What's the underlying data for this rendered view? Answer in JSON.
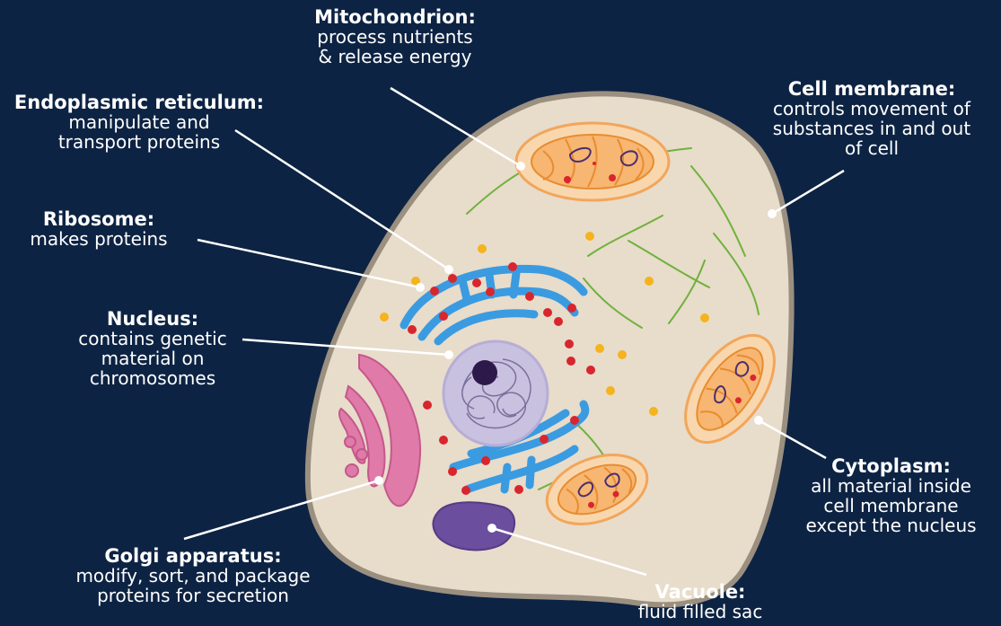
{
  "diagram": {
    "labels": {
      "mitochondrion": {
        "title": "Mitochondrion:",
        "lines": [
          "process nutrients",
          "& release energy"
        ]
      },
      "er": {
        "title": "Endoplasmic reticulum:",
        "lines": [
          "manipulate and",
          "transport proteins"
        ]
      },
      "membrane": {
        "title": "Cell membrane:",
        "lines": [
          "controls movement of",
          "substances in and out",
          "of cell"
        ]
      },
      "ribosome": {
        "title": "Ribosome:",
        "lines": [
          "makes proteins"
        ]
      },
      "nucleus": {
        "title": "Nucleus:",
        "lines": [
          "contains genetic",
          "material on",
          "chromosomes"
        ]
      },
      "cytoplasm": {
        "title": "Cytoplasm:",
        "lines": [
          "all material inside",
          "cell membrane",
          "except the nucleus"
        ]
      },
      "golgi": {
        "title": "Golgi apparatus:",
        "lines": [
          "modify, sort, and package",
          "proteins for secretion"
        ]
      },
      "vacuole": {
        "title": "Vacuole:",
        "lines": [
          "fluid filled sac"
        ]
      }
    },
    "colors": {
      "background": "#0d2343",
      "cytoplasm": "#e8dccb",
      "membrane": "#9b8f80",
      "er": "#3b9be0",
      "ribosome": "#d8262e",
      "nucleus": "#c9c1e0",
      "nucleolus": "#2e1a4a",
      "mitochondrion": "#f2a65a",
      "golgi": "#e07aa8",
      "vacuole": "#6b4e9e",
      "granule": "#f5b31c",
      "filament": "#6fb23c"
    }
  }
}
